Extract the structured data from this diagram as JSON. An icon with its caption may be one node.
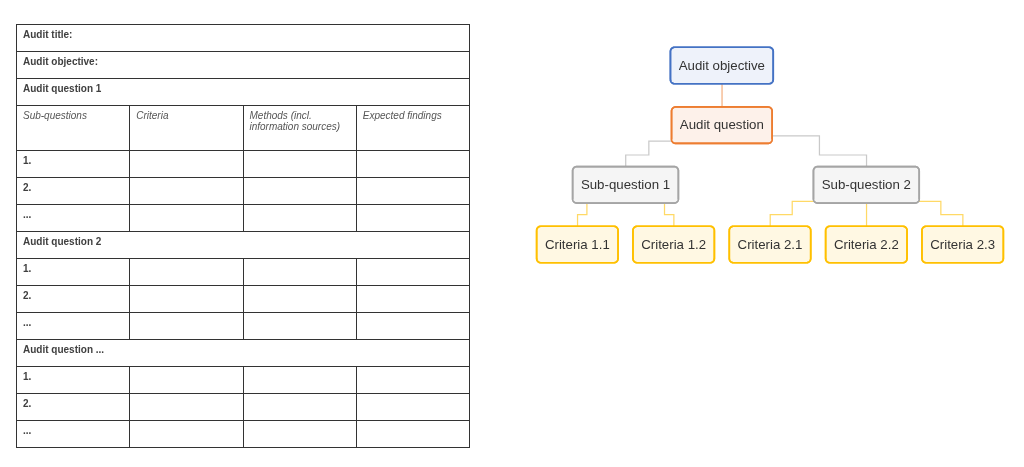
{
  "diagram": {
    "nodes": [
      {
        "text": [
          "Audit objective"
        ]
      },
      {
        "text": [
          "Audit question"
        ]
      },
      {
        "text": [
          "Sub-question 1"
        ]
      },
      {
        "text": [
          "Sub-question 2"
        ]
      },
      {
        "text": [
          "Criteria 1.1"
        ]
      },
      {
        "text": [
          "Criteria 1.2"
        ]
      },
      {
        "text": [
          "Criteria 2.1"
        ]
      },
      {
        "text": [
          "Criteria 2.2"
        ]
      },
      {
        "text": [
          "Criteria 2.3"
        ]
      }
    ],
    "edges": [
      {
        "from": 0,
        "to": 1,
        "arrow": "none",
        "color": "#f4b183"
      },
      {
        "from": 1,
        "to": 2,
        "arrow": "none",
        "color": "#c9c9c9"
      },
      {
        "from": 1,
        "to": 3,
        "arrow": "none",
        "color": "#c9c9c9"
      },
      {
        "from": 2,
        "to": 4,
        "arrow": "none"
      },
      {
        "from": 2,
        "to": 5,
        "arrow": "none"
      },
      {
        "from": 3,
        "to": 6,
        "arrow": "none"
      },
      {
        "from": 3,
        "to": 7,
        "arrow": "none"
      },
      {
        "from": 3,
        "to": 8,
        "arrow": "none"
      }
    ],
    "labels": [
      "Audit title:",
      "Audit objective:",
      "Audit question 1",
      "Sub-questions",
      "Criteria",
      "Methods (incl. information sources)",
      "Expected findings",
      "1.",
      "2.",
      "...",
      "Audit question 2",
      "1.",
      "2.",
      "...",
      "Audit question ...",
      "1.",
      "2.",
      "..."
    ]
  }
}
